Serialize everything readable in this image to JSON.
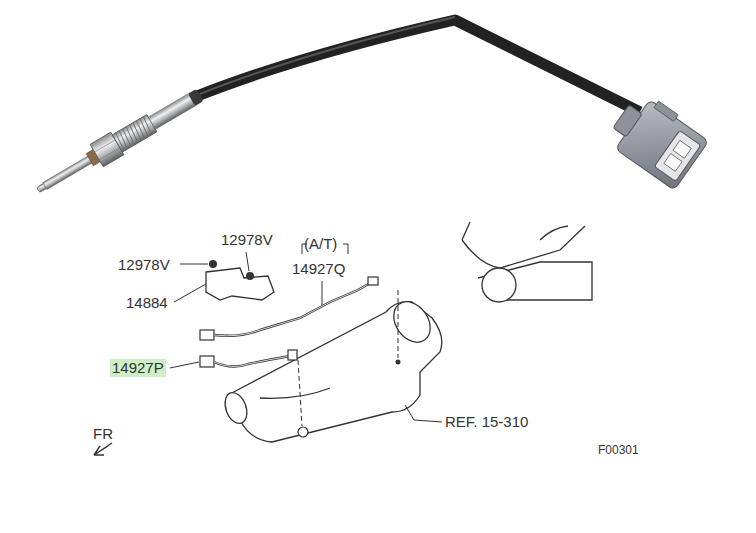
{
  "diagram": {
    "labels": [
      "12978V",
      "12978V",
      "(A/T)",
      "14927Q",
      "14884",
      "14927P",
      "REF. 15-310",
      "FR",
      "F00301"
    ]
  }
}
